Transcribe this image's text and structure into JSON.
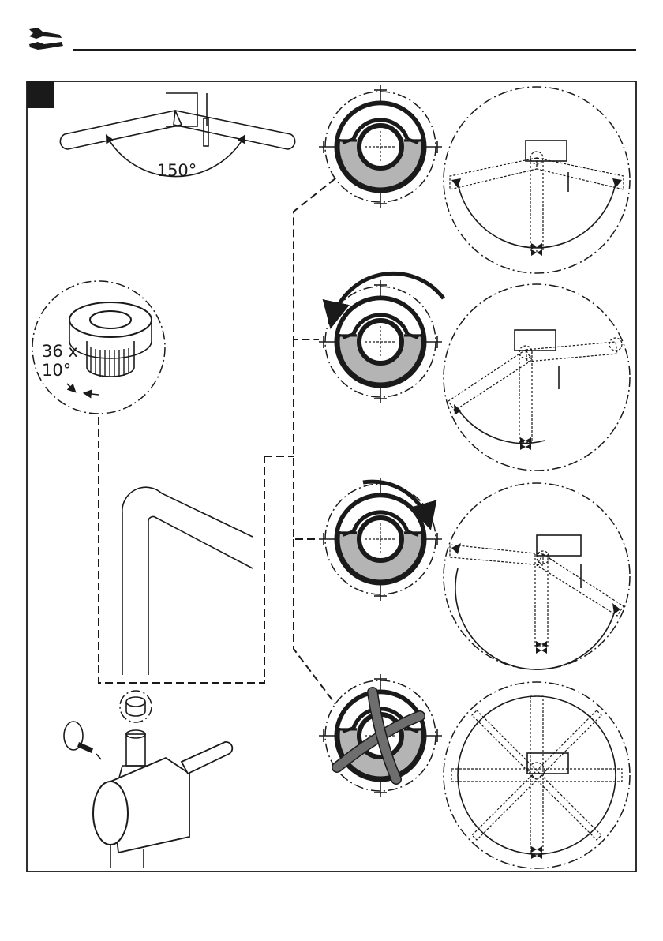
{
  "header": {
    "tool_icon": "tools-icon"
  },
  "step": {
    "badge_label": ""
  },
  "angle_label": "150°",
  "insert_label_line1": "36 x",
  "insert_label_line2": "10°",
  "colors": {
    "ink": "#1a1a1a",
    "ring_fill": "#b4b4b4",
    "handle_fill": "#6e6e6e"
  },
  "rotation_options": [
    {
      "id": "symmetric",
      "arrow": "none"
    },
    {
      "id": "rotate-left",
      "arrow": "counterclockwise"
    },
    {
      "id": "rotate-right",
      "arrow": "clockwise"
    },
    {
      "id": "free-rotation",
      "arrow": "crossed-out"
    }
  ]
}
